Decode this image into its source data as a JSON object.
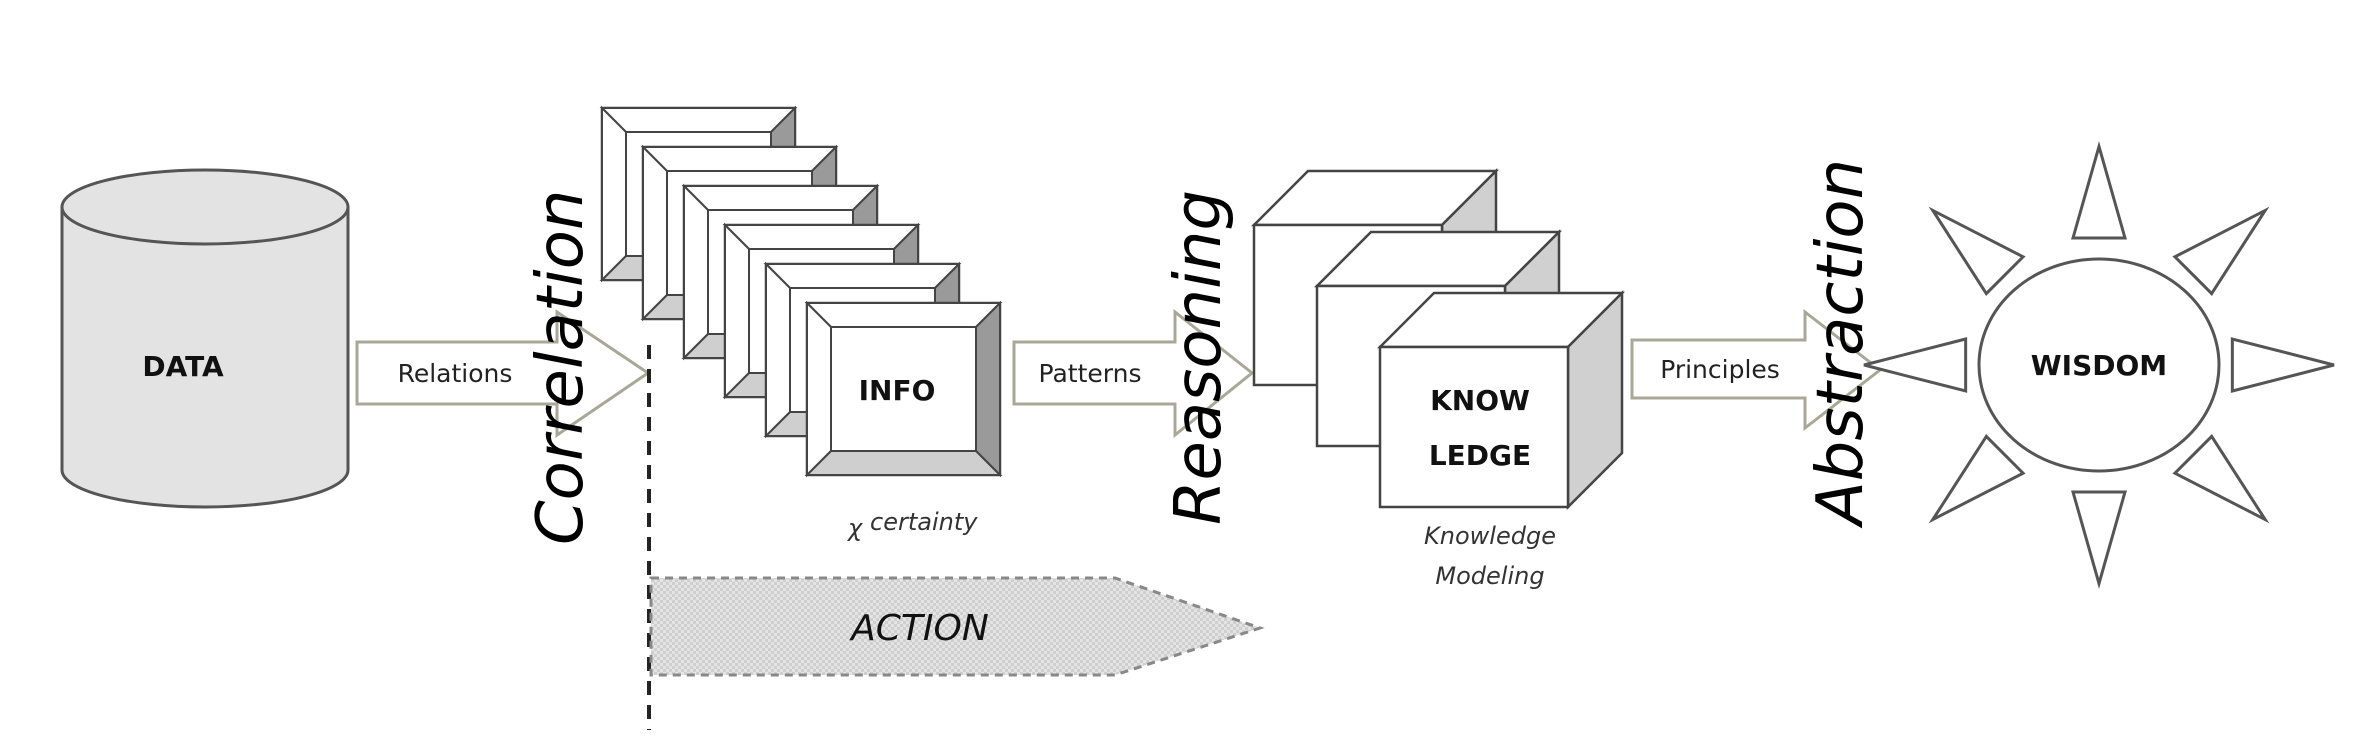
{
  "diagram": {
    "title": "Data-Information-Knowledge-Wisdom hierarchy",
    "nodes": [
      {
        "id": "data",
        "label": "DATA",
        "shape": "cylinder"
      },
      {
        "id": "info",
        "label": "INFO",
        "shape": "stacked-beveled-frames",
        "stack_count": 6,
        "caption_symbol": "χ",
        "caption": "certainty"
      },
      {
        "id": "knowledge",
        "label_lines": [
          "KNOW",
          "LEDGE"
        ],
        "shape": "stacked-cubes",
        "stack_count": 3,
        "caption_lines": [
          "Knowledge",
          "Modeling"
        ]
      },
      {
        "id": "wisdom",
        "label": "WISDOM",
        "shape": "sun",
        "ray_count": 8
      }
    ],
    "edges": [
      {
        "from": "data",
        "to": "info",
        "label": "Relations",
        "stage": "Correlation"
      },
      {
        "from": "info",
        "to": "knowledge",
        "label": "Patterns",
        "stage": "Reasoning"
      },
      {
        "from": "knowledge",
        "to": "wisdom",
        "label": "Principles",
        "stage": "Abstraction"
      }
    ],
    "action": {
      "label": "ACTION",
      "style": "dashed-hatched-arrow"
    },
    "colors": {
      "cylinder_fill": "#e3e3e3",
      "outline": "#555555",
      "arrow_outline": "#a8a898",
      "bevel_dark": "#9a9a9a",
      "bevel_light": "#cfcfcf",
      "cube_side": "#d0d0d0",
      "action_fill": "#dcdcdc"
    }
  }
}
